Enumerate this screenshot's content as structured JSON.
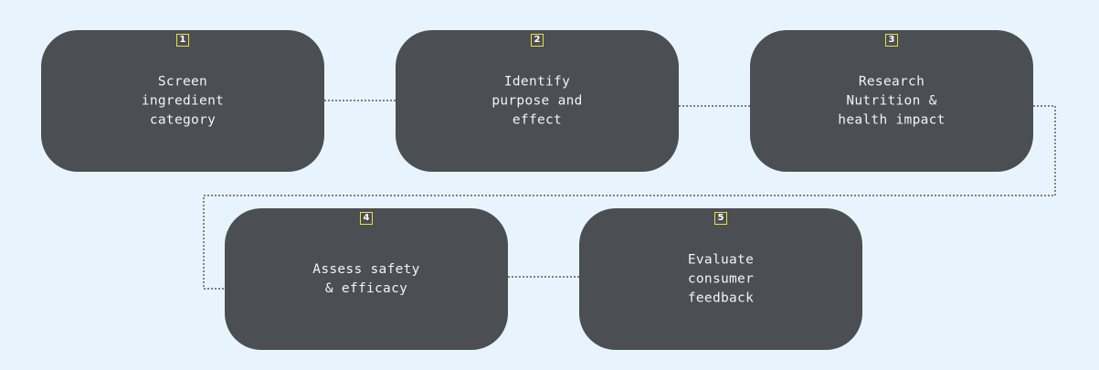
{
  "diagram": {
    "steps": [
      {
        "number": "1",
        "label": "Screen\ningredient\ncategory"
      },
      {
        "number": "2",
        "label": "Identify\npurpose and\neffect"
      },
      {
        "number": "3",
        "label": "Research\nNutrition &\nhealth impact"
      },
      {
        "number": "4",
        "label": "Assess safety\n& efficacy"
      },
      {
        "number": "5",
        "label": "Evaluate\nconsumer\nfeedback"
      }
    ],
    "connections": [
      [
        "1",
        "2"
      ],
      [
        "2",
        "3"
      ],
      [
        "3",
        "4"
      ],
      [
        "4",
        "5"
      ]
    ],
    "colors": {
      "background": "#e8f4fd",
      "box": "#4b4e52",
      "text": "#f4f4f4",
      "badge_border": "#e8e23a",
      "connector": "#3a3a3a"
    }
  }
}
